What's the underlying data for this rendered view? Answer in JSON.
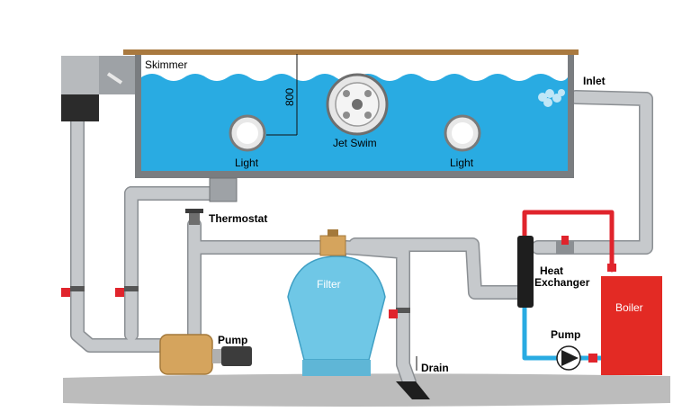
{
  "labels": {
    "skimmer": "Skimmer",
    "depth": "800",
    "jet_swim": "Jet Swim",
    "light_left": "Light",
    "light_right": "Light",
    "inlet": "Inlet",
    "thermostat": "Thermostat",
    "filter": "Filter",
    "heat": "Heat",
    "exchanger": "Exchanger",
    "boiler": "Boiler",
    "pump_main": "Pump",
    "pump_boiler": "Pump",
    "drain": "Drain"
  },
  "colors": {
    "water": "#29abe2",
    "pool_frame": "#7a7d80",
    "deck": "#a9793f",
    "pipe": "#c6c9cc",
    "pipe_edge": "#8b8f93",
    "valve": "#e0242c",
    "hot_line": "#e0242c",
    "cold_line": "#29abe2",
    "boiler": "#e32a24",
    "filter_body": "#6fc7e6",
    "pump_body": "#d5a45d",
    "motor": "#3c3c3c",
    "ground": "#bcbcbc"
  }
}
